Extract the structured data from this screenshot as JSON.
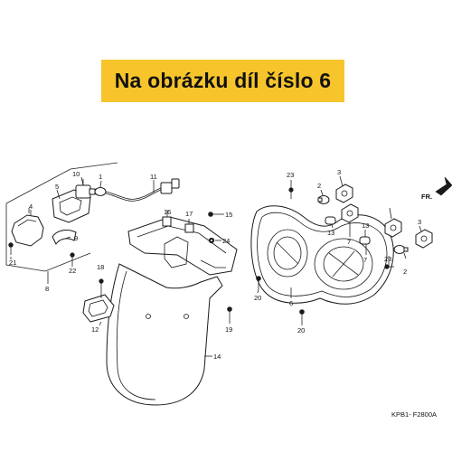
{
  "banner": {
    "text": "Na obrázku díl číslo 6",
    "color": "#f7c52b"
  },
  "diagram": {
    "code": "KPB1- F2800A",
    "direction": "FR.",
    "labels": {
      "n1": "1",
      "n2a": "2",
      "n2b": "2",
      "n3a": "3",
      "n3b": "3",
      "n4": "4",
      "n5": "5",
      "n6": "6",
      "n7a": "7",
      "n7b": "7",
      "n8": "8",
      "n9": "9",
      "n10": "10",
      "n11": "11",
      "n12": "12",
      "n13a": "13",
      "n13b": "13",
      "n14": "14",
      "n15": "15",
      "n16": "16",
      "n17": "17",
      "n18": "18",
      "n19": "19",
      "n20a": "20",
      "n20b": "20",
      "n21": "21",
      "n22": "22",
      "n23a": "23",
      "n23b": "23",
      "n24": "24"
    }
  }
}
